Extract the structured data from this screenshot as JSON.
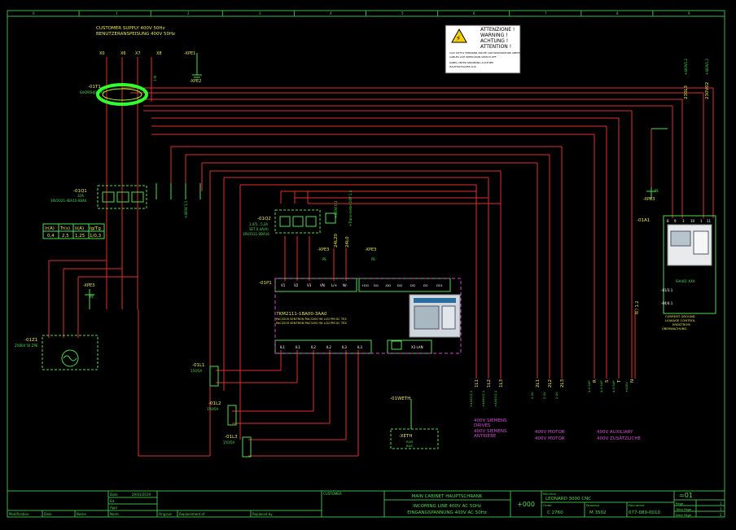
{
  "header": {
    "supply_en": "CUSTOMER SUPPLY 400V 50Hz",
    "supply_de": "BENUTZERANSPEISUNG 400V 50Hz"
  },
  "grid": {
    "columns": [
      "0",
      "1",
      "2",
      "3",
      "4",
      "5",
      "6",
      "7",
      "8",
      "9"
    ]
  },
  "terminals": {
    "supply": [
      "X0",
      "X6",
      "X7",
      "X8"
    ],
    "n_label": "1-N",
    "pe": "-XPE1",
    "pe2": "-XPE2"
  },
  "warning": {
    "lines": [
      "ATTENZIONE !",
      "WARNING !",
      "ACHTUNG !",
      "ATTENTION !"
    ],
    "small": [
      "CAVI SOTTO TENSIONE ANCHE CON SEZIONATORE APERTO",
      "CABLES LIVE WHEN MAIN SWITCH OFF",
      "KABEL UNTER SPANNUNG AUCH BEI",
      "HAUPTSCHALTER AUS"
    ]
  },
  "current_transformer": {
    "tag": "-01T1",
    "code": "SIA095HJ0 XXX"
  },
  "main_switch": {
    "tag": "-01Q1",
    "ratings": [
      "32A",
      "3RV2021-4EA10-0BA0"
    ],
    "aux_label": "+400V 1.1"
  },
  "settings_table": {
    "headers": [
      "Ir(A)",
      "Tr(s)",
      "Ii(A)",
      "Ig/Tg"
    ],
    "values": [
      "0,4",
      "2,5",
      "1,25",
      "1/0,3"
    ]
  },
  "supply_outputs": [
    "230L3",
    "230V02"
  ],
  "supply_outputs_sub": [
    "+400V1.2",
    "+400V1.2"
  ],
  "aux_breaker": {
    "tag": "-01Q2",
    "lines": [
      "3,4/5...5,2A",
      "SET 0,4A(A)",
      "3RV2011-0DA10"
    ],
    "outputs": [
      "24L20",
      "24L0"
    ],
    "output_notes": [
      "+400V 0.3",
      "+Trans-meter 24V 1.4"
    ]
  },
  "pe_terms": [
    "-XPE3",
    "-XPE3",
    "-XPE3",
    "-XPE3"
  ],
  "pe_sub": [
    "PE",
    "PE",
    "PE",
    "PE"
  ],
  "meter": {
    "tag": "-01P1",
    "code": "7KM2111-1BA00-3AA0",
    "line1": "PAC3200 SENTRON PAC3200 96 LCD PM DC TEX",
    "line2": "PAC3200 SENTRON PAC3200 96 LCD PM DC TEX",
    "top_terms": [
      "V1",
      "V2",
      "V3",
      "VN",
      "L/+",
      "N/-"
    ],
    "right_terms": [
      "+DI1",
      "DI1",
      "-DI2",
      "DI2",
      "DIC",
      "DO",
      "DO1"
    ],
    "bottom_terms": [
      "IL1",
      "IL1",
      "IL2",
      "IL2",
      "IL3",
      "IL3"
    ],
    "lan": "X3 LAN"
  },
  "earth_leakage": {
    "tag": "-01A1",
    "pins": [
      "8",
      "9",
      "3",
      "10",
      "1",
      "11"
    ],
    "code": "SIA401 XXX",
    "contacts": [
      "-01/3.1",
      "-04/4.1"
    ],
    "caption": [
      "CURRENT GROUND",
      "LEAKAGE CONTROL",
      "ERDSTROM",
      "ÜBERWACHUNG"
    ],
    "pe": "-XPE3"
  },
  "filter": {
    "tag": "-01Z1",
    "code": "ZX800 50 ZPE"
  },
  "cts": [
    {
      "tag": "-01L1",
      "code": "150/5A"
    },
    {
      "tag": "-01L2",
      "code": "150/5A"
    },
    {
      "tag": "-01L3",
      "code": "150/5A"
    }
  ],
  "cable": {
    "tag": "-01WETH"
  },
  "eth_terminal": {
    "tag": "-XETH",
    "sub": [
      "RJ45",
      "BUS"
    ]
  },
  "bus_outputs": {
    "drives": [
      "1L1",
      "1L2",
      "1L3"
    ],
    "drives_sub": [
      "+400V/2.1",
      "+400V/2.1",
      "+400V/2.1"
    ],
    "motor": [
      "2L1",
      "2L2",
      "2L3"
    ],
    "motor_sub": [
      "2.0V",
      "2.0V",
      "2.0V"
    ],
    "aux": [
      "R",
      "S",
      "T",
      "N"
    ],
    "aux_sub": [
      "4.0 SUP",
      "4.0 SUP",
      "4.0 SUP",
      "+400V"
    ],
    "side_n": "N / 1.2"
  },
  "group_labels": {
    "drives_en": "400V SIEMENS",
    "drives_en2": "DRIVES",
    "drives_de": "400V SIEMENS",
    "drives_de2": "ANTRIEBE",
    "motor_en": "400V MOTOR",
    "motor_de": "400V MOTOR",
    "aux_en": "400V AUXILIARY",
    "aux_de": "400V ZUSÄTZLICHE"
  },
  "title_block": {
    "rev_labels": [
      "Modification",
      "Date",
      "Name"
    ],
    "date_label": "Date",
    "date_value": "29/03/2019",
    "ed_label": "Ed.",
    "appr_label": "Appr",
    "norm_label": "Norm",
    "original_label": "Original",
    "replacement_label": "Replacement of",
    "replaced_label": "Replaced by",
    "customer_label": "CUSTOMER",
    "title_en": "MAIN CABINET HAUPTSCHRANK",
    "sub_en": "INCOMING LINE 400V AC 50Hz",
    "sub_de": "EINGANGSPANNUNG 400V AC 50Hz",
    "location": "+000",
    "machine_label": "Machine",
    "machine_value": "LEONARD 3000 CNC",
    "order_label": "Order",
    "order_value": "C 2760",
    "draw_label": "Drawing",
    "draw_value": "M 3502",
    "doc_label": "Document",
    "doc_value": "077-089-0010",
    "sheet": "=01",
    "page_label": "Page",
    "page_value": "1",
    "total_label": "Total Page",
    "total_value": "1",
    "next_label": "Next Page",
    "next_value": "2"
  }
}
